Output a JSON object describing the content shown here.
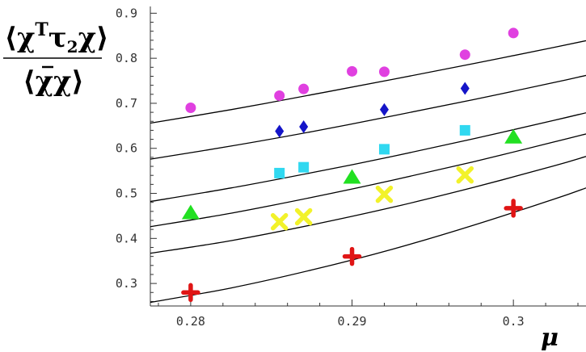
{
  "chart_data": {
    "type": "scatter",
    "title": "",
    "xlabel": "μ",
    "ylabel": {
      "numerator_prefix": "⟨χ",
      "numerator_sup": "T",
      "numerator_mid": "τ",
      "numerator_sub": "2",
      "numerator_suffix": "χ⟩",
      "denominator_prefix": "⟨",
      "denominator_bar": "χ",
      "denominator_suffix": "χ⟩"
    },
    "xlim": [
      0.2775,
      0.3045
    ],
    "ylim": [
      0.25,
      0.915
    ],
    "x_axis_at_y": 0.25,
    "y_axis_at_x": 0.2775,
    "xticks": [
      0.28,
      0.29,
      0.3
    ],
    "xtick_labels": [
      "0.28",
      "0.29",
      "0.3"
    ],
    "yticks": [
      0.3,
      0.4,
      0.5,
      0.6,
      0.7,
      0.8,
      0.9
    ],
    "ytick_labels": [
      "0.3",
      "0.4",
      "0.5",
      "0.6",
      "0.7",
      "0.8",
      "0.9"
    ],
    "minor_ticks": true,
    "grid": false,
    "series": [
      {
        "marker": "circle",
        "color": "#e040e0",
        "points": [
          [
            0.28,
            0.69
          ],
          [
            0.2855,
            0.717
          ],
          [
            0.287,
            0.732
          ],
          [
            0.29,
            0.771
          ],
          [
            0.292,
            0.77
          ],
          [
            0.297,
            0.808
          ],
          [
            0.3,
            0.856
          ]
        ],
        "fit": [
          [
            0.2775,
            0.656
          ],
          [
            0.2825,
            0.686
          ],
          [
            0.2875,
            0.719
          ],
          [
            0.2925,
            0.753
          ],
          [
            0.2975,
            0.788
          ],
          [
            0.3025,
            0.824
          ],
          [
            0.3045,
            0.839
          ]
        ]
      },
      {
        "marker": "diamond",
        "color": "#1515c8",
        "points": [
          [
            0.2855,
            0.638
          ],
          [
            0.287,
            0.648
          ],
          [
            0.292,
            0.686
          ],
          [
            0.297,
            0.733
          ]
        ],
        "fit": [
          [
            0.2775,
            0.576
          ],
          [
            0.2825,
            0.605
          ],
          [
            0.2875,
            0.637
          ],
          [
            0.2925,
            0.672
          ],
          [
            0.2975,
            0.708
          ],
          [
            0.3025,
            0.746
          ],
          [
            0.3045,
            0.762
          ]
        ]
      },
      {
        "marker": "square",
        "color": "#30d8f0",
        "points": [
          [
            0.2855,
            0.545
          ],
          [
            0.287,
            0.558
          ],
          [
            0.292,
            0.598
          ],
          [
            0.297,
            0.64
          ]
        ],
        "fit": [
          [
            0.2775,
            0.482
          ],
          [
            0.2825,
            0.512
          ],
          [
            0.2875,
            0.546
          ],
          [
            0.2925,
            0.582
          ],
          [
            0.2975,
            0.621
          ],
          [
            0.3025,
            0.662
          ],
          [
            0.3045,
            0.679
          ]
        ]
      },
      {
        "marker": "triangle",
        "color": "#22e022",
        "points": [
          [
            0.28,
            0.457
          ],
          [
            0.29,
            0.536
          ],
          [
            0.3,
            0.625
          ]
        ],
        "fit": [
          [
            0.2775,
            0.426
          ],
          [
            0.2825,
            0.456
          ],
          [
            0.2875,
            0.491
          ],
          [
            0.2925,
            0.529
          ],
          [
            0.2975,
            0.57
          ],
          [
            0.3025,
            0.614
          ],
          [
            0.3045,
            0.632
          ]
        ]
      },
      {
        "marker": "x",
        "color": "#f2f22a",
        "points": [
          [
            0.2855,
            0.437
          ],
          [
            0.287,
            0.448
          ],
          [
            0.292,
            0.498
          ],
          [
            0.297,
            0.541
          ]
        ],
        "fit": [
          [
            0.2775,
            0.367
          ],
          [
            0.2825,
            0.395
          ],
          [
            0.2875,
            0.43
          ],
          [
            0.2925,
            0.469
          ],
          [
            0.2975,
            0.513
          ],
          [
            0.3025,
            0.561
          ],
          [
            0.3045,
            0.582
          ]
        ]
      },
      {
        "marker": "plus",
        "color": "#e01515",
        "points": [
          [
            0.28,
            0.28
          ],
          [
            0.29,
            0.36
          ],
          [
            0.3,
            0.467
          ]
        ],
        "fit": [
          [
            0.2775,
            0.258
          ],
          [
            0.2825,
            0.29
          ],
          [
            0.2875,
            0.33
          ],
          [
            0.2925,
            0.376
          ],
          [
            0.2975,
            0.429
          ],
          [
            0.3025,
            0.487
          ],
          [
            0.3045,
            0.512
          ]
        ]
      }
    ]
  }
}
